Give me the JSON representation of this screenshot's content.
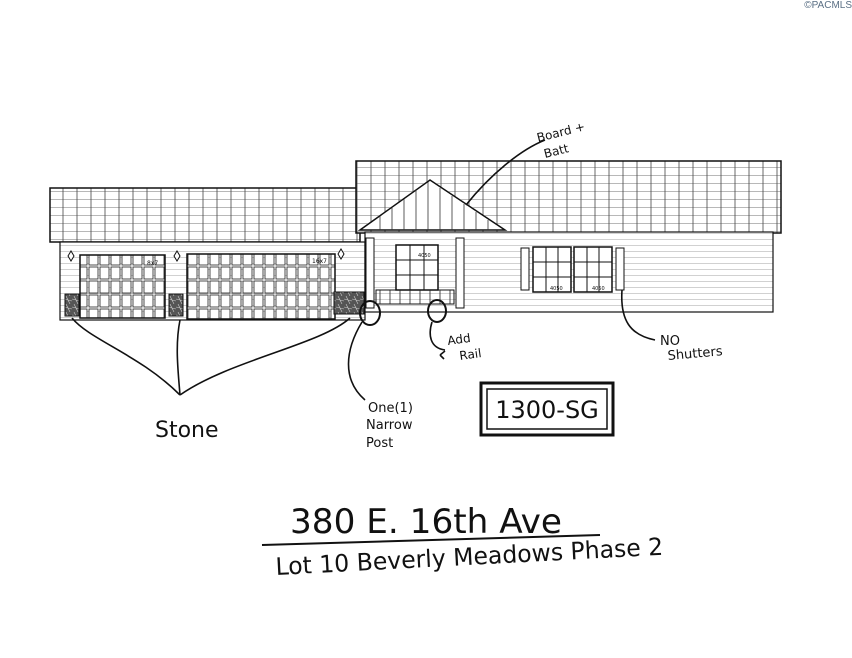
{
  "watermark": "©PACMLS",
  "annotations": {
    "board_batt_line1": "Board +",
    "board_batt_line2": "Batt",
    "add_rail_line1": "Add",
    "add_rail_line2": "Rail",
    "no_shutters_line1": "NO",
    "no_shutters_line2": "Shutters",
    "stone": "Stone",
    "one_narrow_post_line1": "One(1)",
    "one_narrow_post_line2": "Narrow",
    "one_narrow_post_line3": "Post"
  },
  "plan_code": "1300-SG",
  "address": "380 E. 16th Ave",
  "lot_description": "Lot 10 Beverly Meadows Phase 2",
  "window_labels": {
    "door_window": "4050",
    "garage_left": "16x7",
    "garage_right": "8x7",
    "front_window_left": "4050",
    "front_window_right": "4050"
  }
}
